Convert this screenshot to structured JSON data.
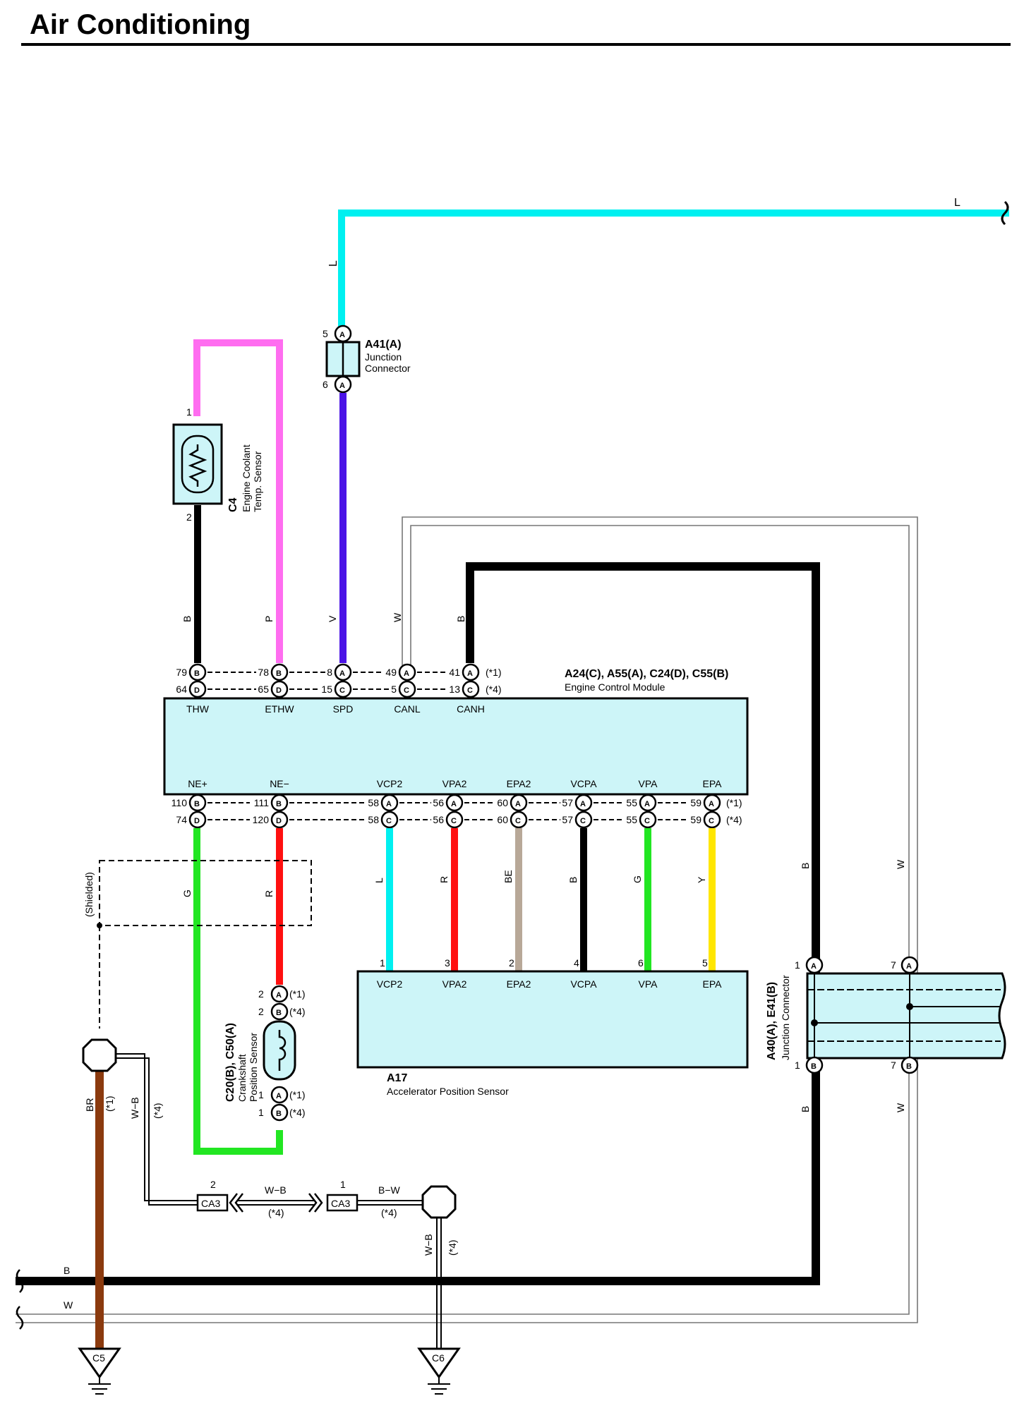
{
  "title": "Air Conditioning",
  "colors": {
    "L": "#00f0f0",
    "P": "#ff6df0",
    "V": "#4b14e6",
    "B": "#000000",
    "G": "#22e622",
    "R": "#ff1010",
    "BE": "#b8a898",
    "Y": "#ffe600",
    "BR": "#8b3a0e",
    "box": "#cdf5f8"
  },
  "junction_a41": {
    "code": "A41(A)",
    "name_line1": "Junction",
    "name_line2": "Connector",
    "pin_top": "5",
    "pin_bottom": "6",
    "conn": "A"
  },
  "ect_sensor": {
    "code": "C4",
    "name_line1": "Engine Coolant",
    "name_line2": "Temp. Sensor",
    "pin_top": "1",
    "pin_bottom": "2"
  },
  "ecm": {
    "code": "A24(C), A55(A), C24(D), C55(B)",
    "name": "Engine Control Module",
    "top_terms": [
      "THW",
      "ETHW",
      "SPD",
      "CANL",
      "CANH"
    ],
    "top_row1": [
      {
        "pin": "79",
        "conn": "B"
      },
      {
        "pin": "78",
        "conn": "B"
      },
      {
        "pin": "8",
        "conn": "A"
      },
      {
        "pin": "49",
        "conn": "A"
      },
      {
        "pin": "41",
        "conn": "A"
      }
    ],
    "top_row2": [
      {
        "pin": "64",
        "conn": "D"
      },
      {
        "pin": "65",
        "conn": "D"
      },
      {
        "pin": "15",
        "conn": "C"
      },
      {
        "pin": "5",
        "conn": "C"
      },
      {
        "pin": "13",
        "conn": "C"
      }
    ],
    "top_note1": "(*1)",
    "top_note2": "(*4)",
    "bottom_terms": [
      "NE+",
      "NE−",
      "VCP2",
      "VPA2",
      "EPA2",
      "VCPA",
      "VPA",
      "EPA"
    ],
    "bottom_row1": [
      {
        "pin": "110",
        "conn": "B"
      },
      {
        "pin": "111",
        "conn": "B"
      },
      {
        "pin": "58",
        "conn": "A"
      },
      {
        "pin": "56",
        "conn": "A"
      },
      {
        "pin": "60",
        "conn": "A"
      },
      {
        "pin": "57",
        "conn": "A"
      },
      {
        "pin": "55",
        "conn": "A"
      },
      {
        "pin": "59",
        "conn": "A"
      }
    ],
    "bottom_row2": [
      {
        "pin": "74",
        "conn": "D"
      },
      {
        "pin": "120",
        "conn": "D"
      },
      {
        "pin": "58",
        "conn": "C"
      },
      {
        "pin": "56",
        "conn": "C"
      },
      {
        "pin": "60",
        "conn": "C"
      },
      {
        "pin": "57",
        "conn": "C"
      },
      {
        "pin": "55",
        "conn": "C"
      },
      {
        "pin": "59",
        "conn": "C"
      }
    ],
    "bottom_note1": "(*1)",
    "bottom_note2": "(*4)"
  },
  "wire_labels_top": [
    "B",
    "P",
    "V",
    "W",
    "B"
  ],
  "wire_label_L_vertical": "L",
  "wire_label_L_top": "L",
  "aps": {
    "code": "A17",
    "name": "Accelerator Position Sensor",
    "terms": [
      "VCP2",
      "VPA2",
      "EPA2",
      "VCPA",
      "VPA",
      "EPA"
    ],
    "pins": [
      "1",
      "3",
      "2",
      "4",
      "6",
      "5"
    ],
    "wire_labels": [
      "L",
      "R",
      "BE",
      "B",
      "G",
      "Y"
    ]
  },
  "shielded": "(Shielded)",
  "ne_wire_labels": [
    "G",
    "R"
  ],
  "ckp": {
    "code": "C20(B), C50(A)",
    "name_line1": "Crankshaft",
    "name_line2": "Position Sensor",
    "pins_top": [
      {
        "pin": "2",
        "conn": "A",
        "note": "(*1)"
      },
      {
        "pin": "2",
        "conn": "B",
        "note": "(*4)"
      }
    ],
    "pins_bottom": [
      {
        "pin": "1",
        "conn": "A",
        "note": "(*1)"
      },
      {
        "pin": "1",
        "conn": "B",
        "note": "(*4)"
      }
    ]
  },
  "jc_a40": {
    "code": "A40(A), E41(B)",
    "name": "Junction Connector",
    "pins_top": [
      {
        "pin": "1",
        "conn": "A"
      },
      {
        "pin": "7",
        "conn": "A"
      }
    ],
    "pins_bottom": [
      {
        "pin": "1",
        "conn": "B"
      },
      {
        "pin": "7",
        "conn": "B"
      }
    ],
    "wire_labels": [
      "B",
      "W",
      "B",
      "W"
    ]
  },
  "ground_left": {
    "labels": [
      "BR",
      "(*1)",
      "W−B",
      "(*4)"
    ],
    "ground": "C5"
  },
  "ca3_left": {
    "pin": "2",
    "code": "CA3"
  },
  "ca3_right": {
    "pin": "1",
    "code": "CA3"
  },
  "ca3_wire": {
    "label": "W−B",
    "note": "(*4)"
  },
  "bw_wire": {
    "label": "B−W",
    "note": "(*4)"
  },
  "ground_right": {
    "labels": [
      "W−B",
      "(*4)"
    ],
    "ground": "C6"
  },
  "bottom_bus": {
    "B": "B",
    "W": "W"
  }
}
